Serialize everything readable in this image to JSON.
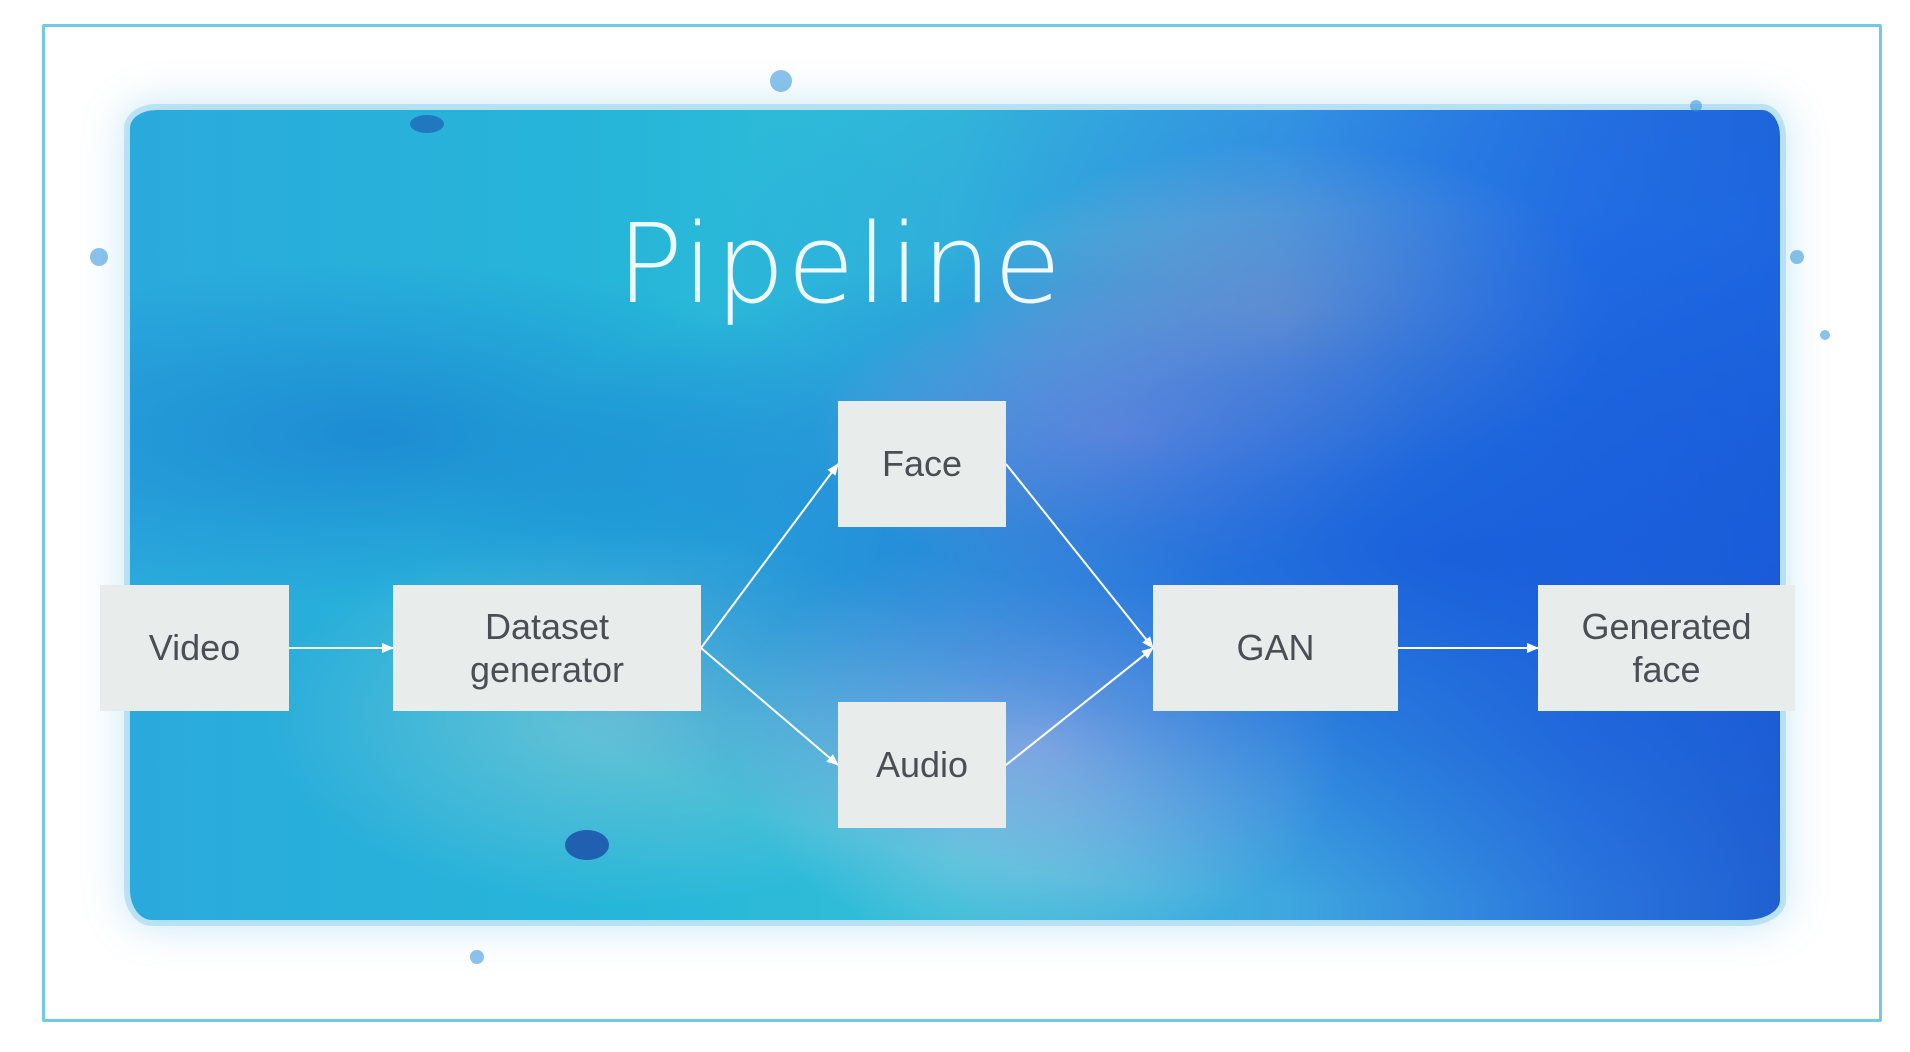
{
  "slide": {
    "title": "Pipeline"
  },
  "diagram": {
    "nodes": {
      "video": "Video",
      "dataset_generator": "Dataset generator",
      "face": "Face",
      "audio": "Audio",
      "gan": "GAN",
      "generated_face": "Generated face"
    },
    "edges": [
      {
        "from": "video",
        "to": "dataset_generator"
      },
      {
        "from": "dataset_generator",
        "to": "face"
      },
      {
        "from": "dataset_generator",
        "to": "audio"
      },
      {
        "from": "face",
        "to": "gan"
      },
      {
        "from": "audio",
        "to": "gan"
      },
      {
        "from": "gan",
        "to": "generated_face"
      }
    ]
  },
  "colors": {
    "node_fill": "#e8eceb",
    "node_text": "#4a4f55",
    "edge": "#ffffff",
    "title": "#ffffff",
    "frame": "#59bfe1"
  }
}
